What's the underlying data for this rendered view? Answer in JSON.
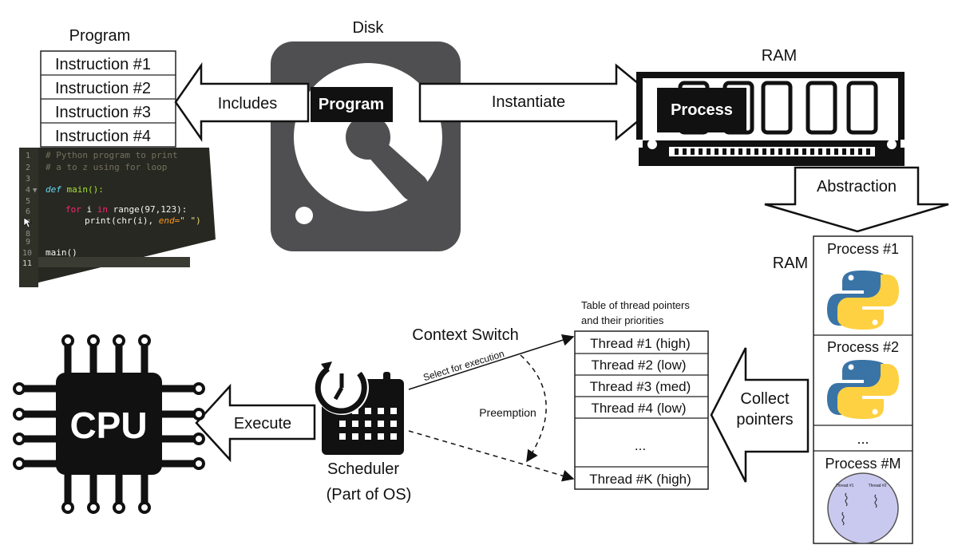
{
  "program": {
    "title": "Program",
    "instructions": [
      "Instruction #1",
      "Instruction #2",
      "Instruction #3",
      "Instruction #4"
    ]
  },
  "code": {
    "line_numbers": [
      "1",
      "2",
      "3",
      "4",
      "5",
      "6",
      "7",
      "8",
      "9",
      "10",
      "11"
    ],
    "comment_1": "# Python program to print",
    "comment_2": "# a to z using for loop",
    "def_kw": "def",
    "def_rest": " main():",
    "for_kw": "for",
    "for_mid": " i ",
    "in_kw": "in",
    "for_rest": " range(97,123):",
    "print_call": "print(chr(i), ",
    "end_kw": "end=",
    "end_val": "\" \")",
    "main_call": "main()"
  },
  "disk": {
    "title": "Disk",
    "label": "Program"
  },
  "arrows": {
    "includes": "Includes",
    "instantiate": "Instantiate",
    "abstraction": "Abstraction",
    "collect": [
      "Collect",
      "pointers"
    ],
    "execute": "Execute"
  },
  "ram": {
    "title": "RAM",
    "process_label": "Process"
  },
  "ram_stack": {
    "title": "RAM",
    "process_1": "Process #1",
    "process_2": "Process #2",
    "ellipsis": "...",
    "process_m": "Process #M",
    "thread_labels": [
      "Thread #1",
      "Thread #2"
    ]
  },
  "thread_table": {
    "caption": [
      "Table of thread pointers",
      "and their priorities"
    ],
    "rows": [
      "Thread #1 (high)",
      "Thread #2 (low)",
      "Thread #3 (med)",
      "Thread #4 (low)",
      "...",
      "Thread #K (high)"
    ]
  },
  "scheduler": {
    "context_switch": "Context Switch",
    "select": "Select for execution",
    "preemption": "Preemption",
    "label": [
      "Scheduler",
      "(Part of OS)"
    ]
  },
  "cpu": {
    "label": "CPU"
  },
  "colors": {
    "black": "#1a1a1a",
    "disk_gray": "#4f4f51",
    "editor_bg": "#272822",
    "python_blue": "#3a74a6",
    "python_yellow": "#fed142",
    "thread_circle": "#c9c9f0"
  }
}
